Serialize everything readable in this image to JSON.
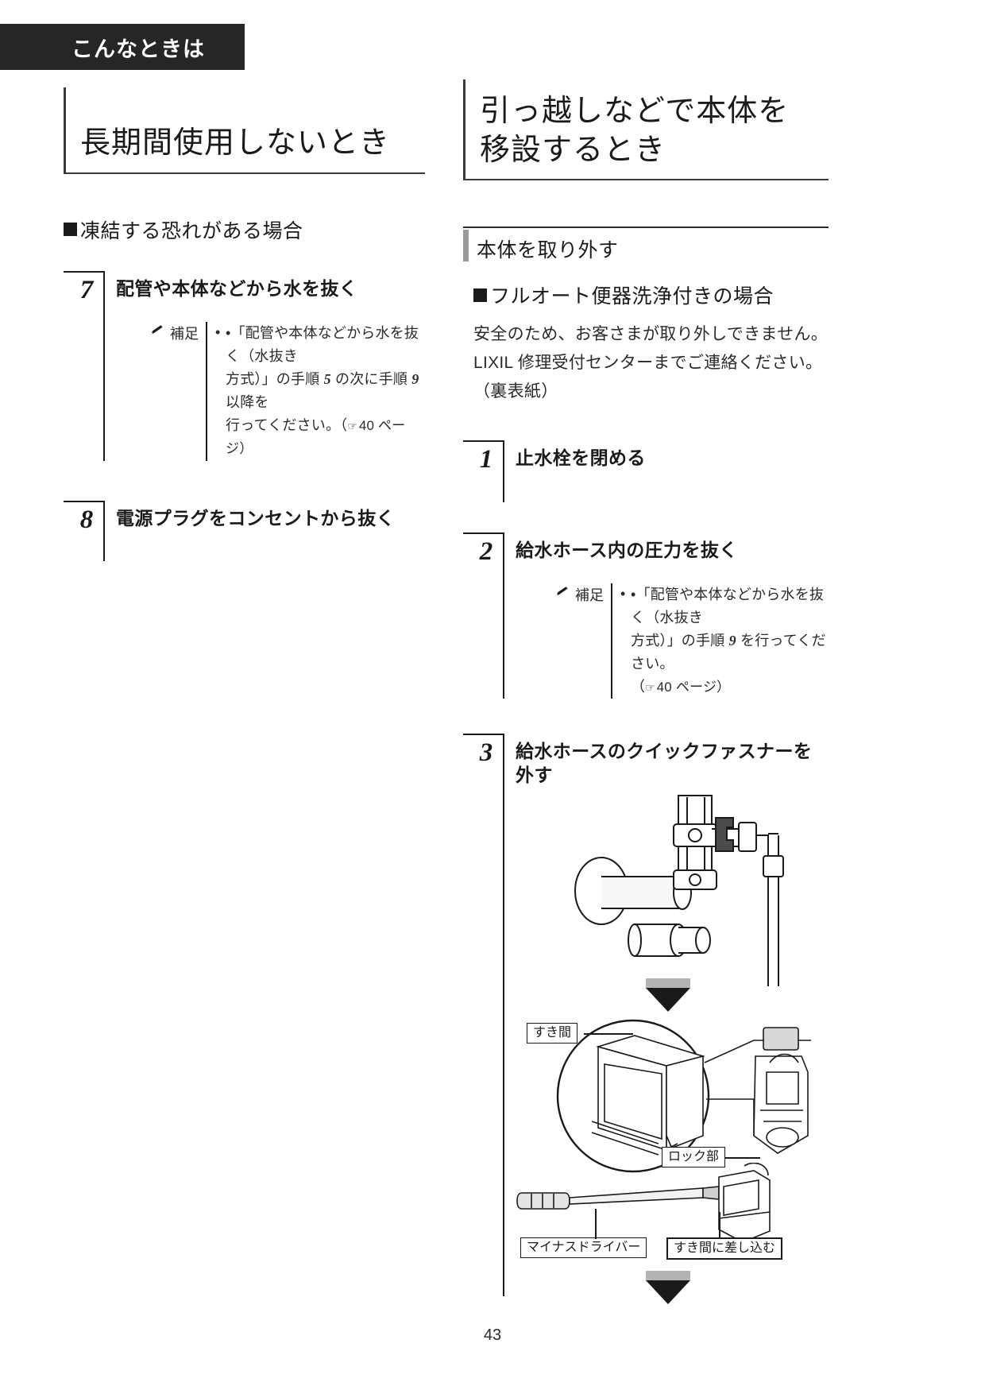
{
  "chapter_tab": {
    "label": "こんなときは"
  },
  "left_column": {
    "section_title": "長期間使用しないとき",
    "sub_heading": "凍結する恐れがある場合",
    "steps": [
      {
        "number": "7",
        "title": "配管や本体などから水を抜く",
        "note": {
          "key": "補足",
          "lines": [
            "•「配管や本体などから水を抜く（水抜き",
            "方式）」の手順 5 の次に手順 9 以降を",
            "行ってください。（☞ 40 ページ）"
          ],
          "line1_pre": "•「配管や本体などから水を抜く（水抜き",
          "line2_a": "方式）」の手順 ",
          "line2_num1": "5",
          "line2_b": " の次に手順 ",
          "line2_num2": "9",
          "line2_c": " 以降を",
          "line3_a": "行ってください。（",
          "line3_ref": "40 ページ）"
        }
      },
      {
        "number": "8",
        "title": "電源プラグをコンセントから抜く",
        "note": null
      }
    ]
  },
  "right_column": {
    "section_title_line1": "引っ越しなどで本体を",
    "section_title_line2": "移設するとき",
    "bar_heading": "本体を取り外す",
    "sub_heading": "フルオート便器洗浄付きの場合",
    "body_lines": [
      "安全のため、お客さまが取り外しできません。",
      "LIXIL 修理受付センターまでご連絡ください。",
      "（裏表紙）"
    ],
    "steps": [
      {
        "number": "1",
        "title": "止水栓を閉める",
        "note": null
      },
      {
        "number": "2",
        "title": "給水ホース内の圧力を抜く",
        "note": {
          "key": "補足",
          "line1_pre": "•「配管や本体などから水を抜く（水抜き",
          "line2_a": "方式）」の手順 ",
          "line2_num1": "9",
          "line2_b": " を行ってください。",
          "line3_a": "（",
          "line3_ref": "40 ページ）"
        }
      },
      {
        "number": "3",
        "title": "給水ホースのクイックファスナーを外す",
        "note": null
      }
    ],
    "figure_callouts": {
      "gap": "すき間",
      "lock": "ロック部",
      "screwdriver": "マイナスドライバー",
      "insert_into_gap": "すき間に差し込む"
    }
  },
  "page_number": "43",
  "colors": {
    "tab_bg": "#262626",
    "ink": "#1a1a1a",
    "body_ink": "#2b2b2b",
    "accent_grey": "#9a9a9a",
    "arrow_grey": "#b3b3b3"
  }
}
